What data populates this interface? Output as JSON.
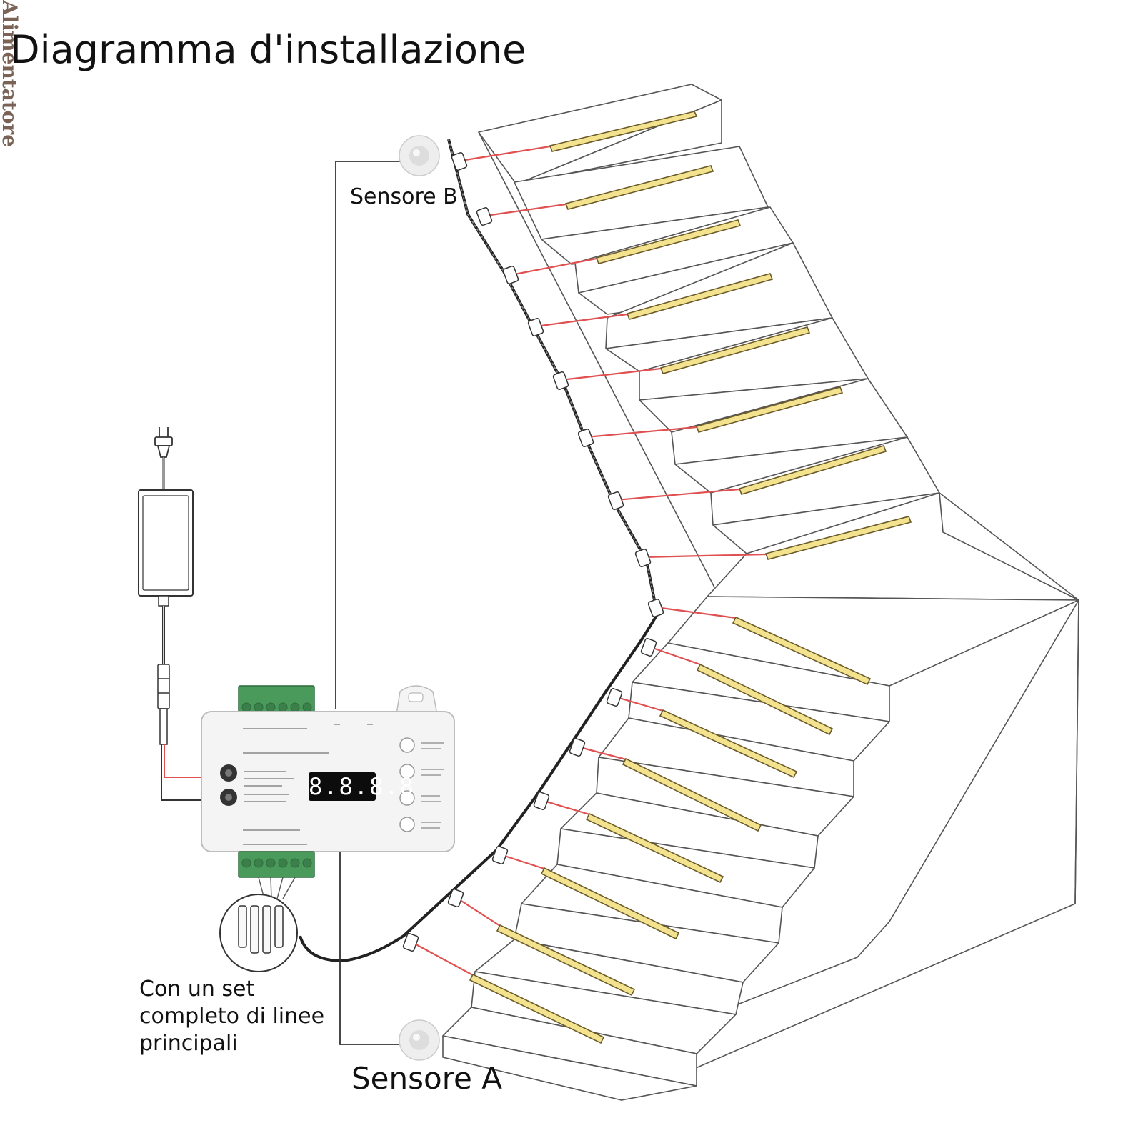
{
  "title": "Diagramma d'installazione",
  "sensors": {
    "b_label": "Sensore B",
    "a_label": "Sensore A"
  },
  "power_supply": {
    "label": "Alimentatore"
  },
  "main_lines": {
    "label": "Con un set completo di linee principali"
  },
  "controller": {
    "display": "8.8.8.8"
  },
  "colors": {
    "led_strip": "#f4e38e",
    "led_strip_edge": "#6b5a2a",
    "red_wire": "#e05050",
    "terminal_green": "#4a9a5c",
    "stair_line": "#555555",
    "psu_label": "#7a6356"
  },
  "icons": [
    "pir-sensor-icon",
    "power-plug-icon",
    "power-adapter-icon",
    "controller-icon",
    "wire-connector-icon",
    "led-strip-icon"
  ]
}
